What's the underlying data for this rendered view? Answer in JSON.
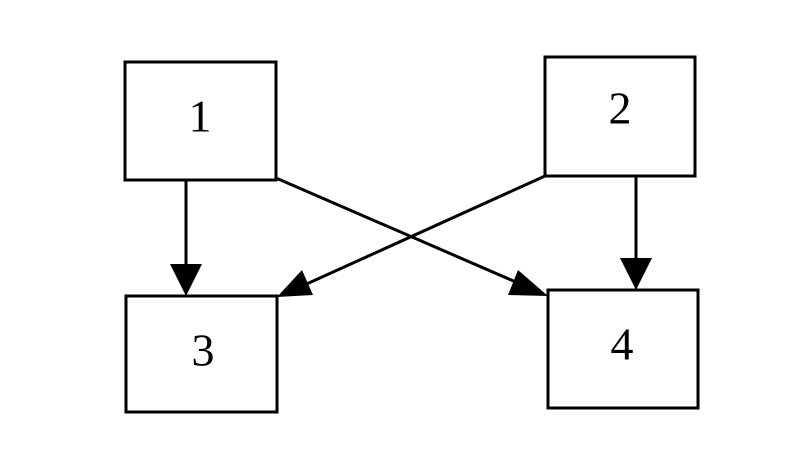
{
  "diagram": {
    "nodes": [
      {
        "id": "1",
        "label": "1"
      },
      {
        "id": "2",
        "label": "2"
      },
      {
        "id": "3",
        "label": "3"
      },
      {
        "id": "4",
        "label": "4"
      }
    ],
    "edges": [
      {
        "from": "1",
        "to": "3"
      },
      {
        "from": "1",
        "to": "4"
      },
      {
        "from": "2",
        "to": "3"
      },
      {
        "from": "2",
        "to": "4"
      }
    ],
    "colors": {
      "stroke": "#000000",
      "background": "#ffffff"
    }
  }
}
